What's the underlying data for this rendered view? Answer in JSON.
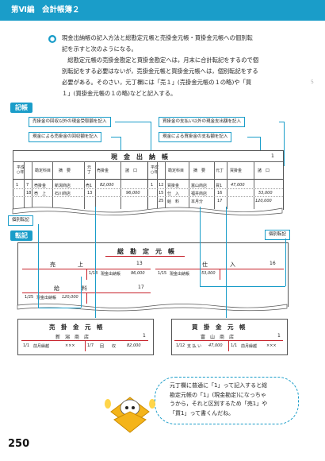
{
  "header": {
    "title": "第Ⅵ編　会計帳簿２"
  },
  "intro": {
    "badge": "●",
    "lines": [
      "現金出納帳の記入方法と総勘定元帳と売掛金元帳・買掛金元帳への個別転",
      "記を示すと次のようになる。",
      "　総勘定元帳の売掛金勘定と買掛金勘定へは，月末に合計転記をするので個",
      "別転記をする必要はないが，売掛金元帳と買掛金元帳へは，個別転記をする",
      "必要がある。そのさい，元丁欄には「売１」(売掛金元帳の１の略)や「買",
      "１」(買掛金元帳の１の略)などと記入する。"
    ],
    "margin_mark": "5"
  },
  "sections": {
    "kicho": "記帳",
    "tenki": "転記"
  },
  "callouts": {
    "sales_other": "売掛金の回収以外の現金受取額を記入",
    "sales_collect": "現金による売掛金の回収額を記入",
    "purchase_other": "買掛金の支払い以外の現金支出額を記入",
    "purchase_pay": "現金による買掛金の支払額を記入",
    "indiv_left": "個別転記",
    "indiv_right": "個別転記"
  },
  "cashbook": {
    "title": "現　金　出　納　帳",
    "page": "1",
    "left_headers": [
      "平成\n○年",
      "勘定科目",
      "摘　要",
      "元\n丁",
      "売掛金",
      "諸　口"
    ],
    "right_headers": [
      "平成\n○年",
      "勘定科目",
      "摘　要",
      "元丁",
      "買掛金",
      "諸　口"
    ],
    "left_rows": [
      {
        "month": "1",
        "day": "7",
        "account": "売掛金",
        "desc": "新潟商店",
        "ref": "売1",
        "ar": "82,000",
        "misc": ""
      },
      {
        "month": "",
        "day": "18",
        "account": "売　上",
        "desc": "石川商店",
        "ref": "13",
        "ar": "",
        "misc": "96,000"
      }
    ],
    "right_rows": [
      {
        "month": "1",
        "day": "12",
        "account": "買掛金",
        "desc": "富山商店",
        "ref": "買1",
        "ap": "47,000",
        "misc": ""
      },
      {
        "month": "",
        "day": "15",
        "account": "仕　入",
        "desc": "福井商店",
        "ref": "16",
        "ap": "",
        "misc": "53,000"
      },
      {
        "month": "",
        "day": "25",
        "account": "給　料",
        "desc": "本月分",
        "ref": "17",
        "ap": "",
        "misc": "120,000"
      }
    ]
  },
  "ledger": {
    "title": "総　勘　定　元　帳",
    "sales": {
      "name": "売　　　　上",
      "no": "13",
      "entry_date": "1/18",
      "entry_desc": "現金出納帳",
      "entry_amt": "96,000"
    },
    "purchase": {
      "name": "仕　　　　入",
      "no": "16",
      "entry_date": "1/15",
      "entry_desc": "現金出納帳",
      "entry_amt": "53,000"
    },
    "salary": {
      "name": "給　　　　料",
      "no": "17",
      "entry_date": "1/25",
      "entry_desc": "現金出納帳",
      "entry_amt": "120,000"
    }
  },
  "ar_ledger": {
    "title": "売　掛　金　元　帳",
    "store": "新　潟　商　店",
    "no": "1",
    "row1": {
      "date": "1/1",
      "desc": "前月繰越",
      "amt": "×××",
      "date2": "1/7",
      "desc2": "回　　収",
      "amt2": "82,000"
    }
  },
  "ap_ledger": {
    "title": "買　掛　金　元　帳",
    "store": "富　山　商　店",
    "no": "1",
    "row1": {
      "date": "1/12",
      "desc": "支 払 い",
      "amt": "47,000",
      "date2": "1/1",
      "desc2": "前月繰越",
      "amt2": "×××"
    }
  },
  "tip": {
    "lines": [
      "元丁欄に普通に「1」って記入すると総",
      "勘定元帳の「1」(現金勘定)になっちゃ",
      "うから，それと区別するため「売1」や",
      "「買1」って書くんだね。"
    ]
  },
  "page_number": "250"
}
